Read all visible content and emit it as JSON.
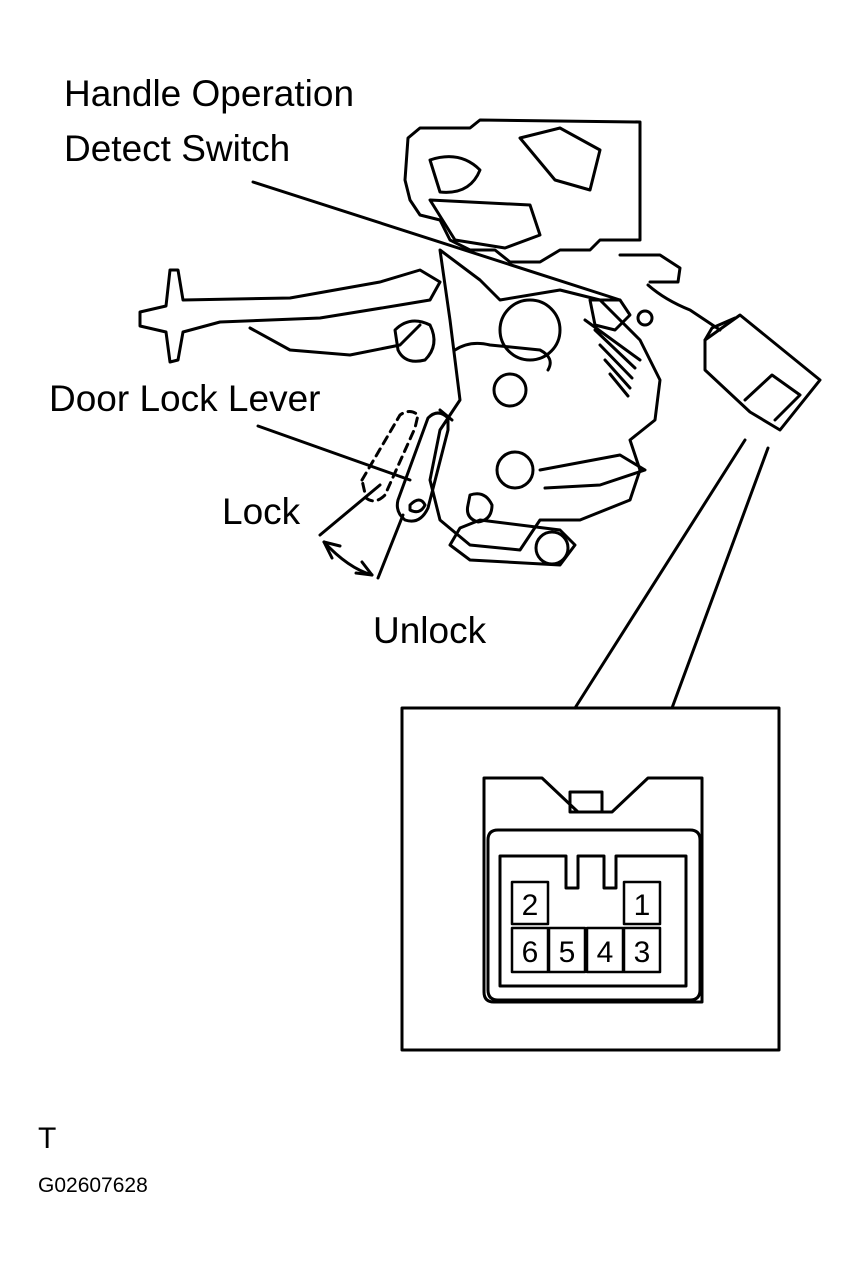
{
  "labels": {
    "switch_line1": "Handle Operation",
    "switch_line2": "Detect Switch",
    "door_lock_lever": "Door Lock Lever",
    "lock": "Lock",
    "unlock": "Unlock"
  },
  "connector": {
    "pins_top": [
      "2",
      "1"
    ],
    "pins_bottom": [
      "6",
      "5",
      "4",
      "3"
    ]
  },
  "footer": {
    "mark": "T",
    "code": "G02607628"
  }
}
